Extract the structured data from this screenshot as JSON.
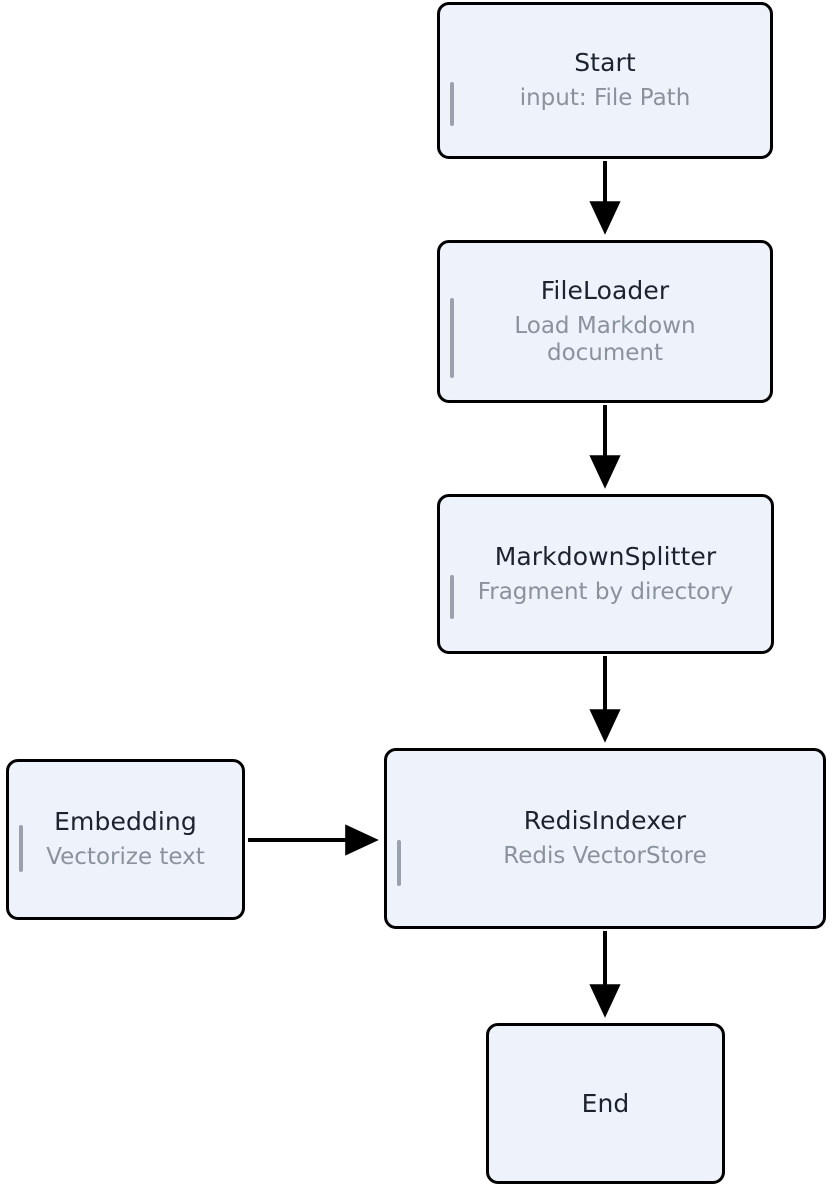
{
  "diagram": {
    "type": "flowchart",
    "orientation": "top-to-bottom",
    "background_color": "#ffffff",
    "node_fill_color": "#eef2fa",
    "node_border_color": "#000000",
    "title_color": "#1d232e",
    "subtitle_color": "#8b929c",
    "accent_bar_color": "#9aa1ad",
    "edge_color": "#000000",
    "nodes": [
      {
        "id": "start",
        "title": "Start",
        "subtitle": "input: File Path",
        "has_accent_bar": true
      },
      {
        "id": "fileloader",
        "title": "FileLoader",
        "subtitle": "Load Markdown document",
        "has_accent_bar": true
      },
      {
        "id": "splitter",
        "title": "MarkdownSplitter",
        "subtitle": "Fragment by directory",
        "has_accent_bar": true
      },
      {
        "id": "redis",
        "title": "RedisIndexer",
        "subtitle": "Redis VectorStore",
        "has_accent_bar": true
      },
      {
        "id": "embedding",
        "title": "Embedding",
        "subtitle": "Vectorize text",
        "has_accent_bar": true
      },
      {
        "id": "end",
        "title": "End",
        "subtitle": "",
        "has_accent_bar": false
      }
    ],
    "edges": [
      {
        "from": "start",
        "to": "fileloader",
        "direction": "down"
      },
      {
        "from": "fileloader",
        "to": "splitter",
        "direction": "down"
      },
      {
        "from": "splitter",
        "to": "redis",
        "direction": "down"
      },
      {
        "from": "embedding",
        "to": "redis",
        "direction": "right"
      },
      {
        "from": "redis",
        "to": "end",
        "direction": "down"
      }
    ]
  }
}
